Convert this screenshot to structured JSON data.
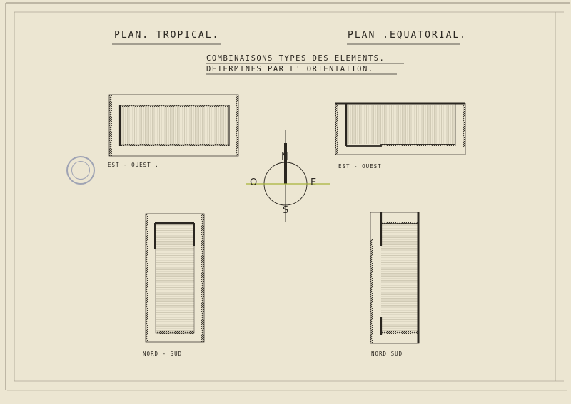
{
  "titles": {
    "left": "PLAN. TROPICAL.",
    "right": "PLAN .EQUATORIAL.",
    "subtitle_line1": "COMBINAISONS TYPES DES ELEMENTS.",
    "subtitle_line2": "DETERMINES PAR L' ORIENTATION."
  },
  "plans": {
    "top_left_label": "EST - OUEST .",
    "top_right_label": "EST - OUEST",
    "bottom_left_label": "NORD - SUD",
    "bottom_right_label": "NORD SUD"
  },
  "compass": {
    "north": "N",
    "south": "S",
    "east": "E",
    "west": "O"
  },
  "stamp": {
    "text": ""
  },
  "corner_notes": {
    "bottom_left": "",
    "bottom_right": ""
  },
  "colors": {
    "paper": "#ece6d2",
    "ink": "#2a2620",
    "axis_green": "#a7b43a",
    "stamp_blue": "#6d759a"
  }
}
